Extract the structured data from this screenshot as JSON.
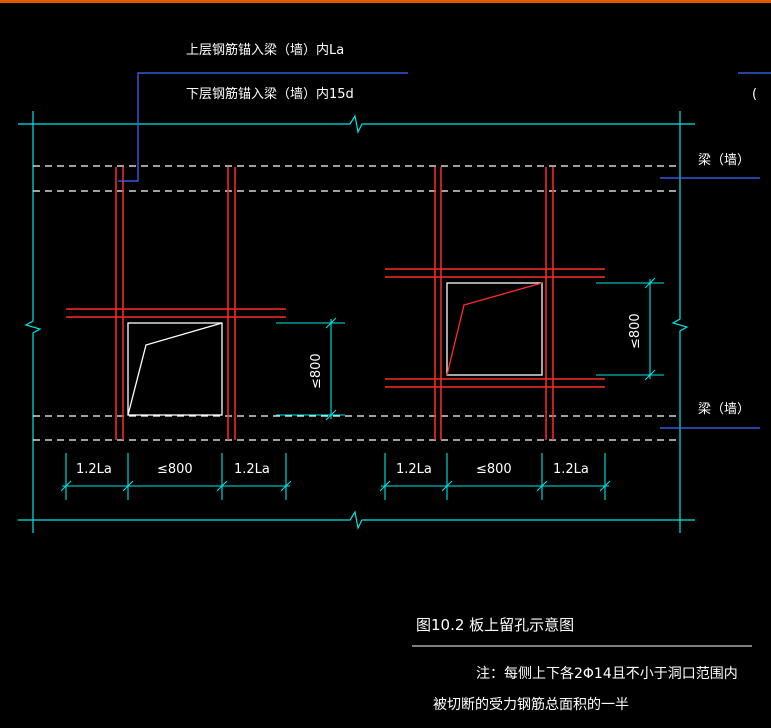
{
  "labels": {
    "top_rebar": "上层钢筋锚入梁（墙）内La",
    "bottom_rebar": "下层钢筋锚入梁（墙）内15d",
    "beam_top": "梁（墙）",
    "beam_bottom": "梁（墙）",
    "right_edge_partial": "(",
    "dim_left_vertical": "≤800",
    "dim_right_vertical": "≤800",
    "dim_left_1": "1.2La",
    "dim_left_2": "≤800",
    "dim_left_3": "1.2La",
    "dim_right_1": "1.2La",
    "dim_right_2": "≤800",
    "dim_right_3": "1.2La"
  },
  "caption": {
    "title": "图10.2   板上留孔示意图",
    "note_line1": "注：每侧上下各2Φ14且不小于洞口范围内",
    "note_line2": "被切断的受力钢筋总面积的一半"
  },
  "colors": {
    "background": "#000000",
    "cyan": "#00e5e5",
    "red": "#ff2a2a",
    "white": "#ffffff",
    "blue": "#3a6cff",
    "top_border": "#e05a00"
  }
}
